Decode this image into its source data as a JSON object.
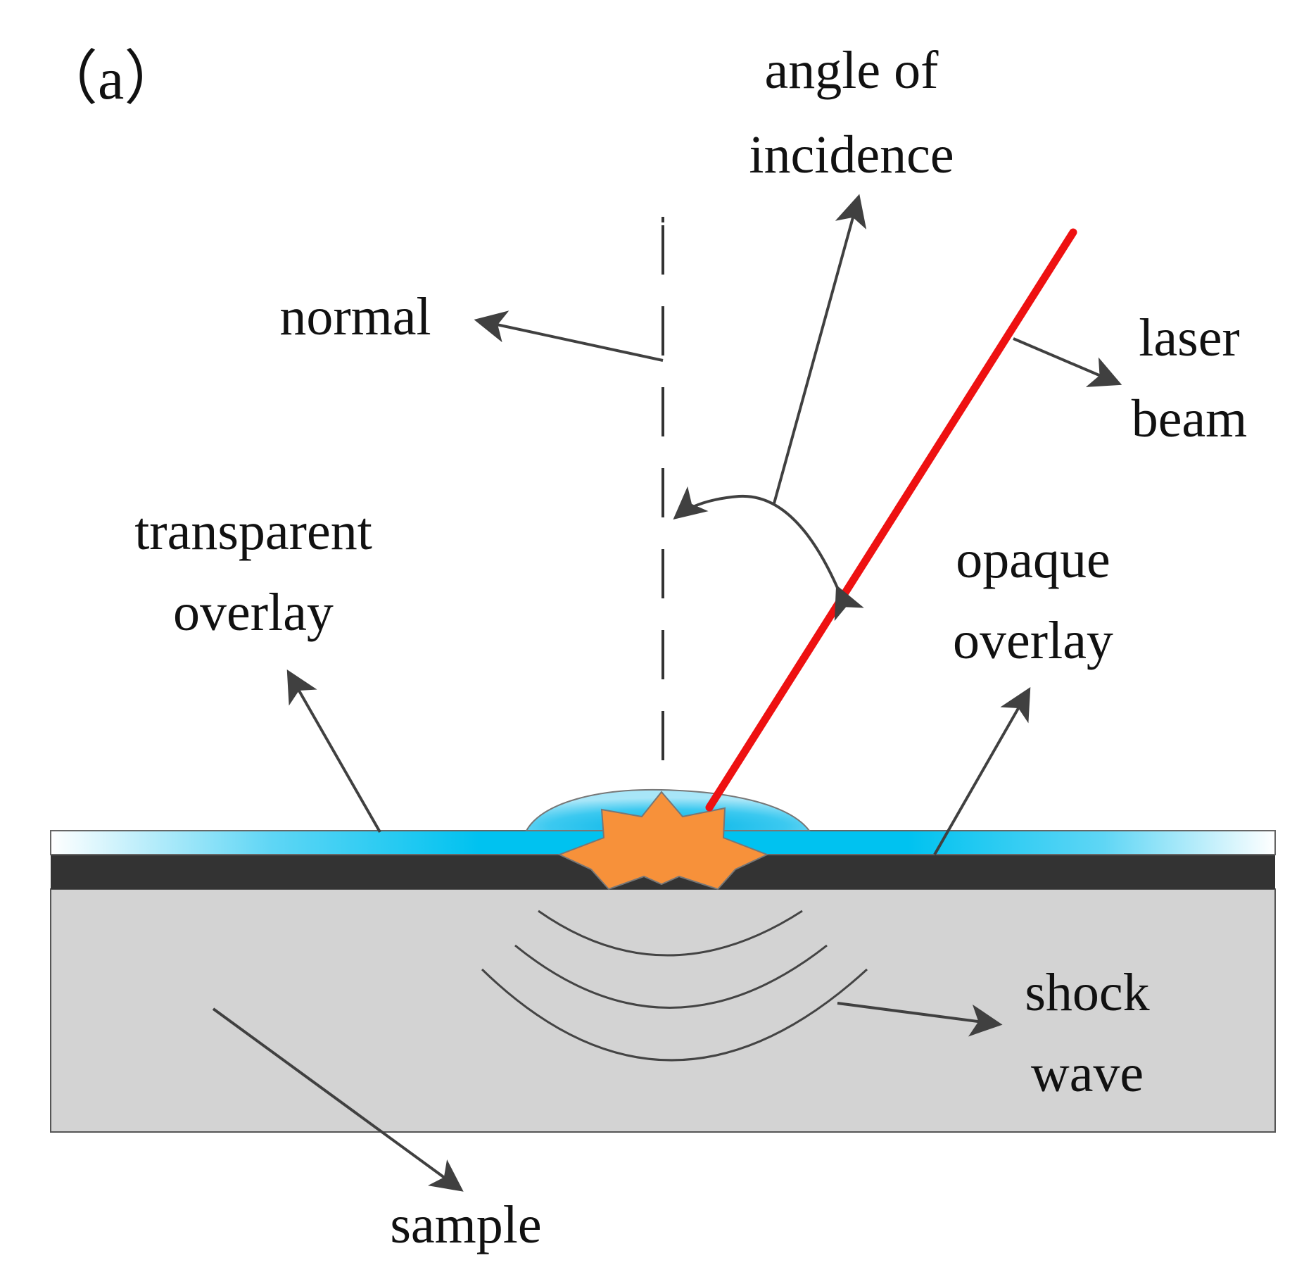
{
  "panel_label": "（a）",
  "labels": {
    "angle_of_incidence": [
      "angle of",
      "incidence"
    ],
    "normal": "normal",
    "laser_beam": [
      "laser",
      "beam"
    ],
    "transparent_overlay": [
      "transparent",
      "overlay"
    ],
    "opaque_overlay": [
      "opaque",
      "overlay"
    ],
    "shock_wave": [
      "shock",
      "wave"
    ],
    "sample": "sample"
  },
  "colors": {
    "laser": "#ee1111",
    "transparent_overlay": "#00c2f0",
    "opaque_overlay": "#333333",
    "sample": "#d3d3d3",
    "plasma": "#f7913a",
    "arrow": "#404040"
  }
}
